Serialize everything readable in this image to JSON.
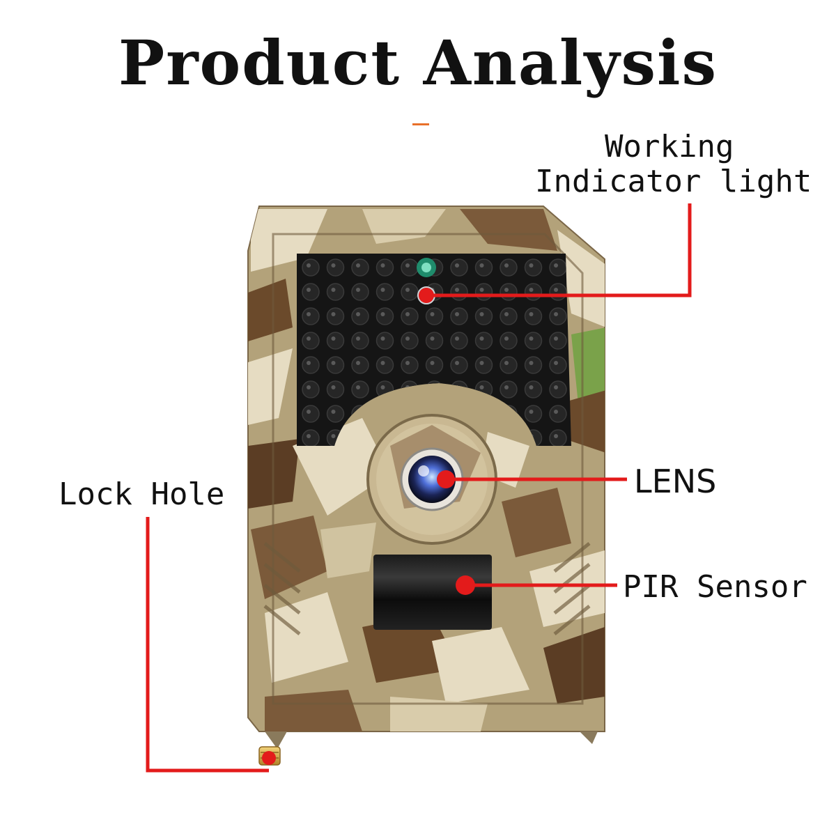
{
  "page": {
    "title": "Product Analysis"
  },
  "colors": {
    "accent_orange": "#e8702a",
    "callout_red": "#e31b1b",
    "camo_base": "#b7a880",
    "camo_dark": "#6b4a2b",
    "camo_light": "#e8dfc5",
    "ir_panel": "#151515"
  },
  "callouts": {
    "working_indicator_line1": "Working",
    "working_indicator_line2": "Indicator light",
    "lens": "LENS",
    "lock_hole": "Lock Hole",
    "pir_sensor": "PIR Sensor"
  },
  "product": {
    "icon": "trail-camera-icon"
  }
}
